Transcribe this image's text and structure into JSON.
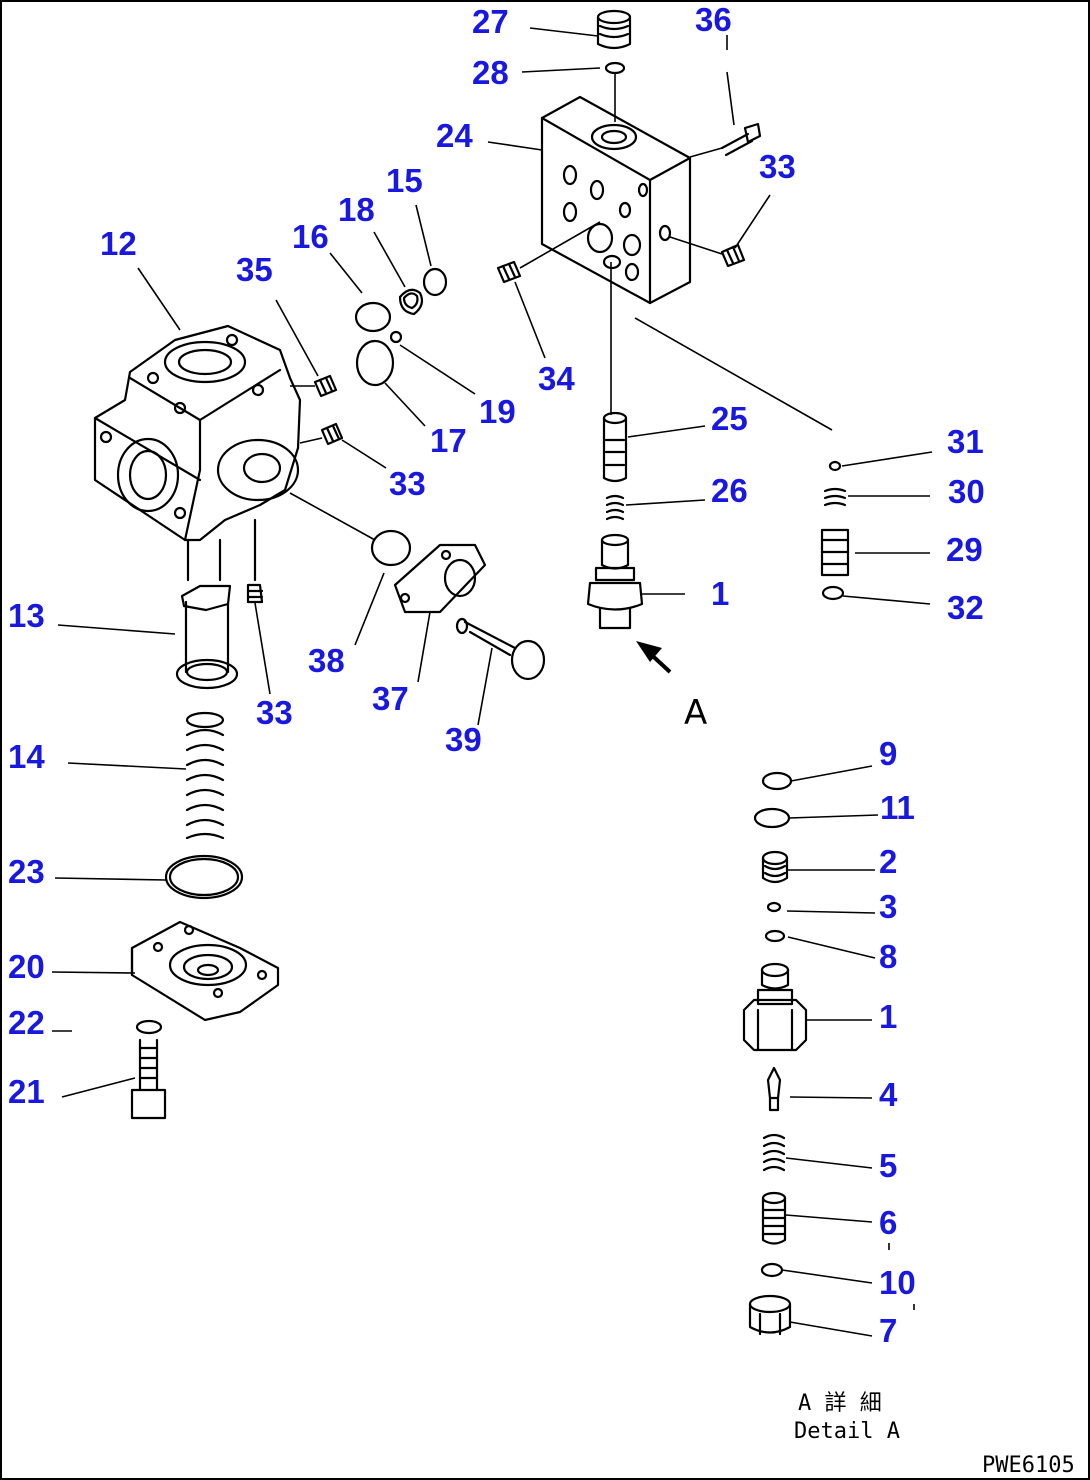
{
  "diagram": {
    "drawing_id": "PWE6105",
    "view_label": "A",
    "detail_caption_jp": "A 詳 細",
    "detail_caption_en": "Detail A"
  },
  "callouts": [
    {
      "id": "c27",
      "label": "27"
    },
    {
      "id": "c28",
      "label": "28"
    },
    {
      "id": "c36",
      "label": "36"
    },
    {
      "id": "c24",
      "label": "24"
    },
    {
      "id": "c33a",
      "label": "33"
    },
    {
      "id": "c15",
      "label": "15"
    },
    {
      "id": "c18",
      "label": "18"
    },
    {
      "id": "c16",
      "label": "16"
    },
    {
      "id": "c12",
      "label": "12"
    },
    {
      "id": "c35",
      "label": "35"
    },
    {
      "id": "c34",
      "label": "34"
    },
    {
      "id": "c19",
      "label": "19"
    },
    {
      "id": "c25",
      "label": "25"
    },
    {
      "id": "c17",
      "label": "17"
    },
    {
      "id": "c33b",
      "label": "33"
    },
    {
      "id": "c31",
      "label": "31"
    },
    {
      "id": "c26",
      "label": "26"
    },
    {
      "id": "c30",
      "label": "30"
    },
    {
      "id": "c29",
      "label": "29"
    },
    {
      "id": "c1a",
      "label": "1"
    },
    {
      "id": "c32",
      "label": "32"
    },
    {
      "id": "c13",
      "label": "13"
    },
    {
      "id": "c38",
      "label": "38"
    },
    {
      "id": "c37",
      "label": "37"
    },
    {
      "id": "c33c",
      "label": "33"
    },
    {
      "id": "c39",
      "label": "39"
    },
    {
      "id": "c14",
      "label": "14"
    },
    {
      "id": "c9",
      "label": "9"
    },
    {
      "id": "c11",
      "label": "11"
    },
    {
      "id": "c2",
      "label": "2"
    },
    {
      "id": "c23",
      "label": "23"
    },
    {
      "id": "c3",
      "label": "3"
    },
    {
      "id": "c8",
      "label": "8"
    },
    {
      "id": "c20",
      "label": "20"
    },
    {
      "id": "c1b",
      "label": "1"
    },
    {
      "id": "c22",
      "label": "22"
    },
    {
      "id": "c21",
      "label": "21"
    },
    {
      "id": "c4",
      "label": "4"
    },
    {
      "id": "c5",
      "label": "5"
    },
    {
      "id": "c6",
      "label": "6"
    },
    {
      "id": "c10",
      "label": "10"
    },
    {
      "id": "c7",
      "label": "7"
    }
  ]
}
